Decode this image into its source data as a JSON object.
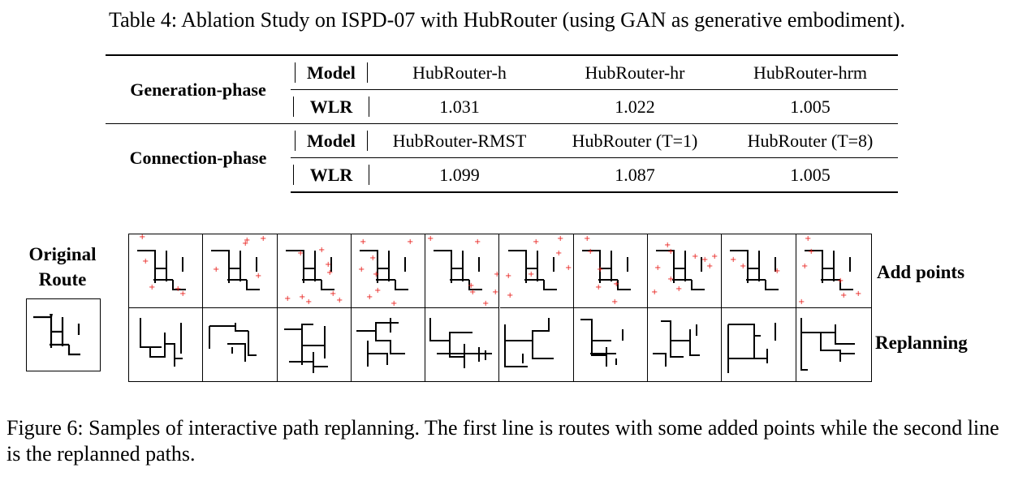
{
  "table": {
    "caption": "Table 4: Ablation Study on ISPD-07 with HubRouter (using GAN as generative embodiment).",
    "sections": [
      {
        "phase": "Generation-phase",
        "model_label": "Model",
        "models": [
          "HubRouter-h",
          "HubRouter-hr",
          "HubRouter-hrm"
        ],
        "metric_label": "WLR",
        "values": [
          "1.031",
          "1.022",
          "1.005"
        ]
      },
      {
        "phase": "Connection-phase",
        "model_label": "Model",
        "models": [
          "HubRouter-RMST",
          "HubRouter (T=1)",
          "HubRouter (T=8)"
        ],
        "metric_label": "WLR",
        "values": [
          "1.099",
          "1.087",
          "1.005"
        ]
      }
    ]
  },
  "figure": {
    "original_label_line1": "Original",
    "original_label_line2": "Route",
    "row1_label": "Add points",
    "row2_label": "Replanning",
    "point_color": "#e8201c",
    "caption": "Figure 6: Samples of interactive path replanning. The first line is routes with some added points while the second line is the replanned paths."
  }
}
